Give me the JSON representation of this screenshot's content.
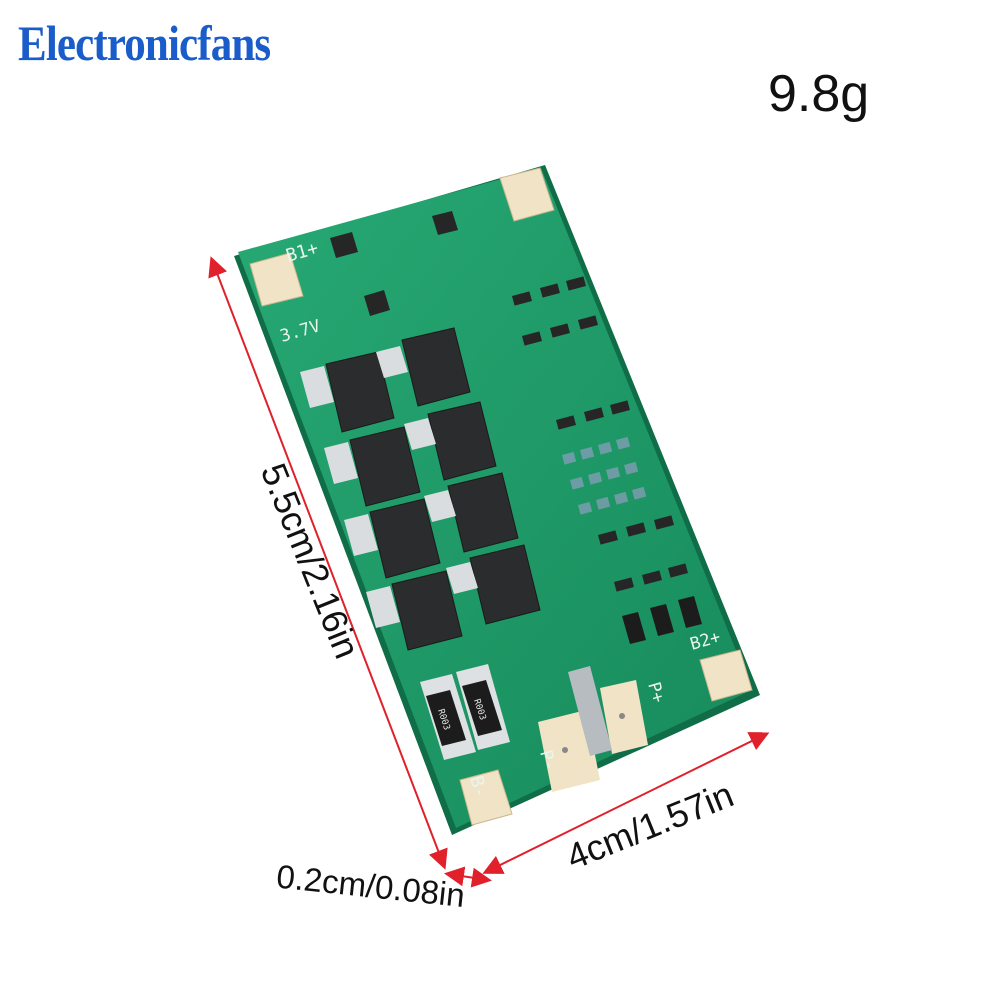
{
  "brand": {
    "name": "Electronicfans",
    "color": "#1a5cc9"
  },
  "product": {
    "weight": "9.8g",
    "dimensions": {
      "length": "5.5cm/2.16in",
      "width": "4cm/1.57in",
      "thickness": "0.2cm/0.08in"
    }
  },
  "pcb": {
    "board_color": "#1f9e6a",
    "pad_color": "#f1e3c5",
    "labels": {
      "b1_plus": "B1+",
      "voltage": "3.7V",
      "b2_plus": "B2+",
      "b_minus": "B-",
      "p_plus": "P+",
      "p_minus": "P-"
    },
    "resistor_marking": "R003"
  },
  "annotation": {
    "arrow_color": "#e0202a"
  }
}
